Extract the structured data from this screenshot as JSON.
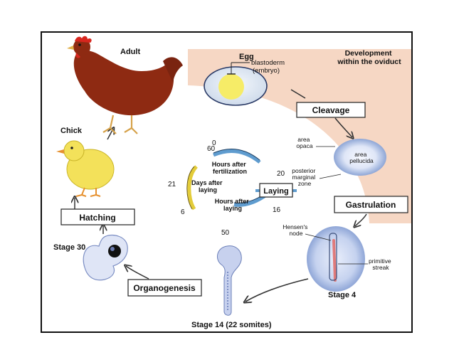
{
  "labels": {
    "adult": "Adult",
    "chick": "Chick",
    "egg": "Egg",
    "blastoderm": "blastoderm",
    "embryo": "(embryo)",
    "development_line1": "Development",
    "development_line2": "within the oviduct",
    "area_opaca_1": "area",
    "area_opaca_2": "opaca",
    "area_pellucida_1": "area",
    "area_pellucida_2": "pellucida",
    "posterior_1": "posterior",
    "posterior_2": "marginal",
    "posterior_3": "zone",
    "hensens_1": "Hensen's",
    "hensens_2": "node",
    "primitive_1": "primitive",
    "primitive_2": "streak",
    "stage4": "Stage 4",
    "stage14": "Stage 14 (22 somites)",
    "stage30": "Stage 30"
  },
  "boxes": {
    "cleavage": "Cleavage",
    "gastrulation": "Gastrulation",
    "organogenesis": "Organogenesis",
    "hatching": "Hatching",
    "laying": "Laying"
  },
  "timeline": {
    "hours_after_fertilization_1": "Hours after",
    "hours_after_fertilization_2": "fertilization",
    "days_after_laying_1": "Days after",
    "days_after_laying_2": "laying",
    "hours_after_laying_1": "Hours after",
    "hours_after_laying_2": "laying",
    "n_0": "0",
    "n_20": "20",
    "n_60": "60",
    "n_21": "21",
    "n_6": "6",
    "n_16": "16",
    "n_50": "50"
  },
  "colors": {
    "oviduct_band": "#f6d7c4",
    "hen": "#8e2a12",
    "chick": "#f3e15a",
    "egg_white": "#e4ecf6",
    "yolk": "#f6ec67",
    "blue_arc": "#5f9ccf",
    "yellow_arc": "#e3cc3a",
    "embryo_blue": "#9fb3dc"
  }
}
